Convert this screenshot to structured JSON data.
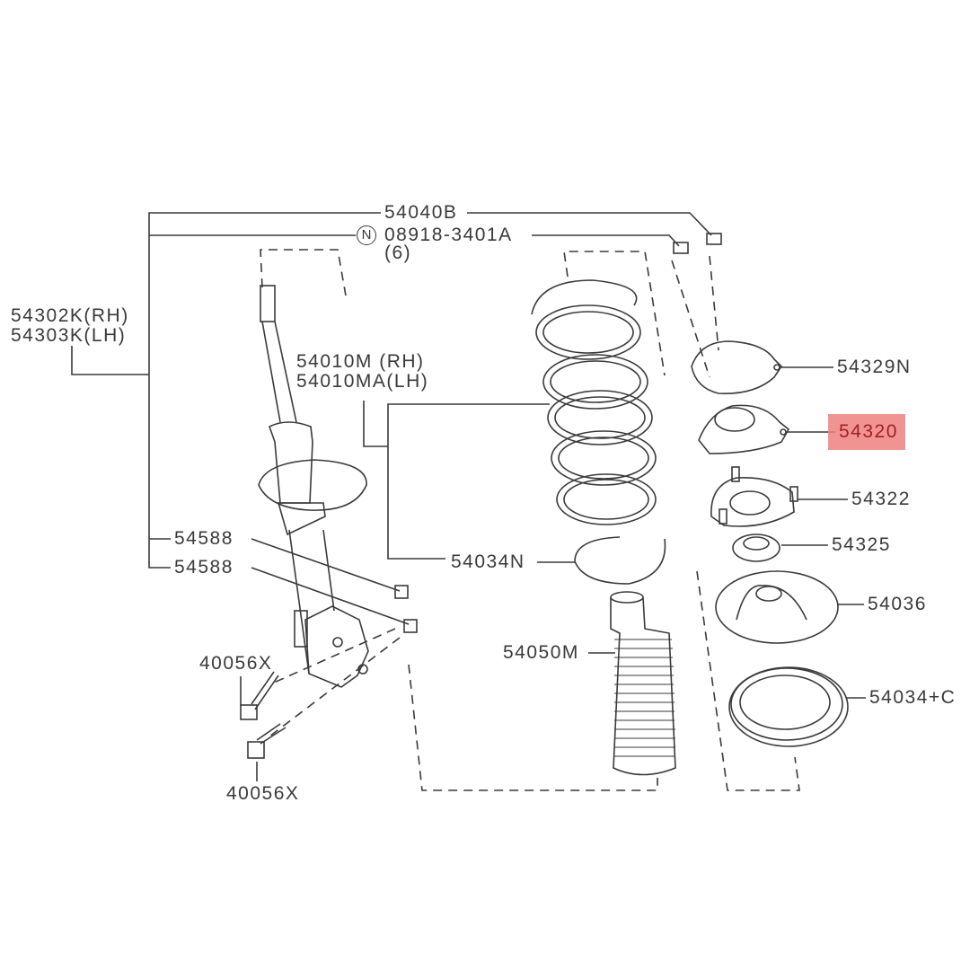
{
  "diagram": {
    "highlight_color": "#f08080",
    "labels": {
      "bolt_kit": "54040B",
      "nut_note": "N",
      "nut_part": "08918-3401A",
      "nut_qty": "(6)",
      "strut_rh": "54302K(RH)",
      "strut_lh": "54303K(LH)",
      "spring_rh": "54010M (RH)",
      "spring_lh": "54010MA(LH)",
      "mount_plate": "54329N",
      "strut_mount": "54320",
      "mount_insulator": "54322",
      "bearing": "54325",
      "bump_stop": "54036",
      "spring_seat_upper": "54034+C",
      "nut_1": "54588",
      "nut_2": "54588",
      "spring_seat_lower": "54034N",
      "dust_boot": "54050M",
      "bolt_1": "40056X",
      "bolt_2": "40056X"
    }
  }
}
